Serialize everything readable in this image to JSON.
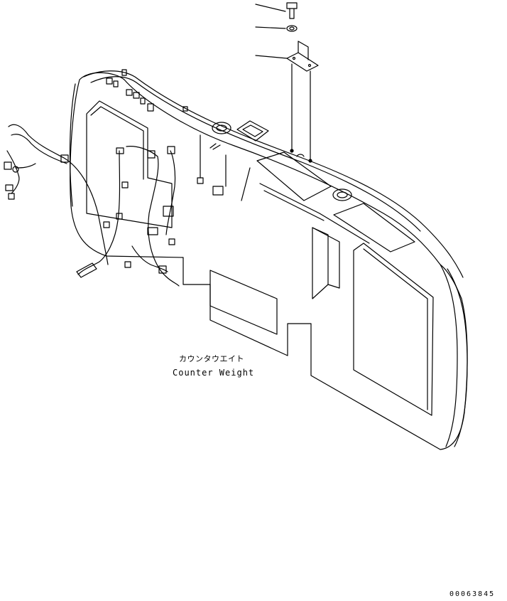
{
  "labels": {
    "part_name_jp": "カウンタウエイト",
    "part_name_en": "Counter Weight",
    "drawing_id": "00063845"
  }
}
